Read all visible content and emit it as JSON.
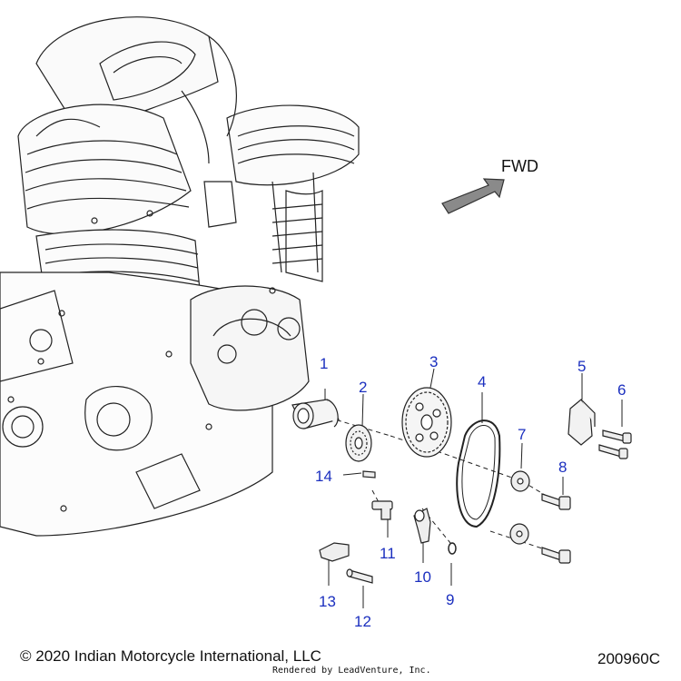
{
  "direction_label": "FWD",
  "callouts": {
    "c1": "1",
    "c2": "2",
    "c3": "3",
    "c4": "4",
    "c5": "5",
    "c6": "6",
    "c7": "7",
    "c8": "8",
    "c9": "9",
    "c10": "10",
    "c11": "11",
    "c12": "12",
    "c13": "13",
    "c14": "14"
  },
  "footer": {
    "copyright": "© 2020 Indian Motorcycle International, LLC",
    "rendered_by": "Rendered by LeadVenture, Inc.",
    "diagram_id": "200960C"
  },
  "colors": {
    "callout": "#1b2fbf",
    "line": "#222222",
    "arrow_fill": "#8a8a8a"
  }
}
